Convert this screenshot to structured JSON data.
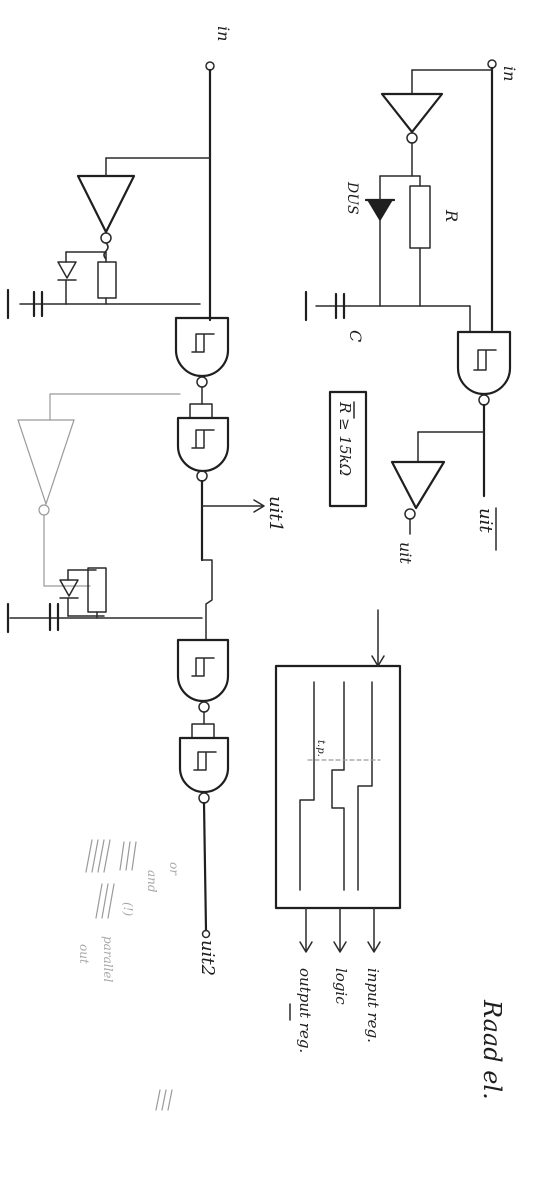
{
  "labels": {
    "in_top": "in",
    "in_right": "in",
    "uit1": "uit1",
    "uit2": "uit2",
    "uit_bar": "uit",
    "uit": "uit",
    "dus": "DUS",
    "r": "R",
    "c": "C",
    "r_condition": "R ≥ 15kΩ",
    "timing_label": "t.p.",
    "input_reg": "input reg.",
    "logic": "logic",
    "output_reg": "output reg.",
    "title": "Raad el."
  },
  "faint_notes": [
    "or",
    "and",
    "(!)",
    "parallel",
    "out"
  ],
  "colors": {
    "ink": "#1f1f1f",
    "faint": "#a8a8a8",
    "paper": "#ffffff"
  }
}
